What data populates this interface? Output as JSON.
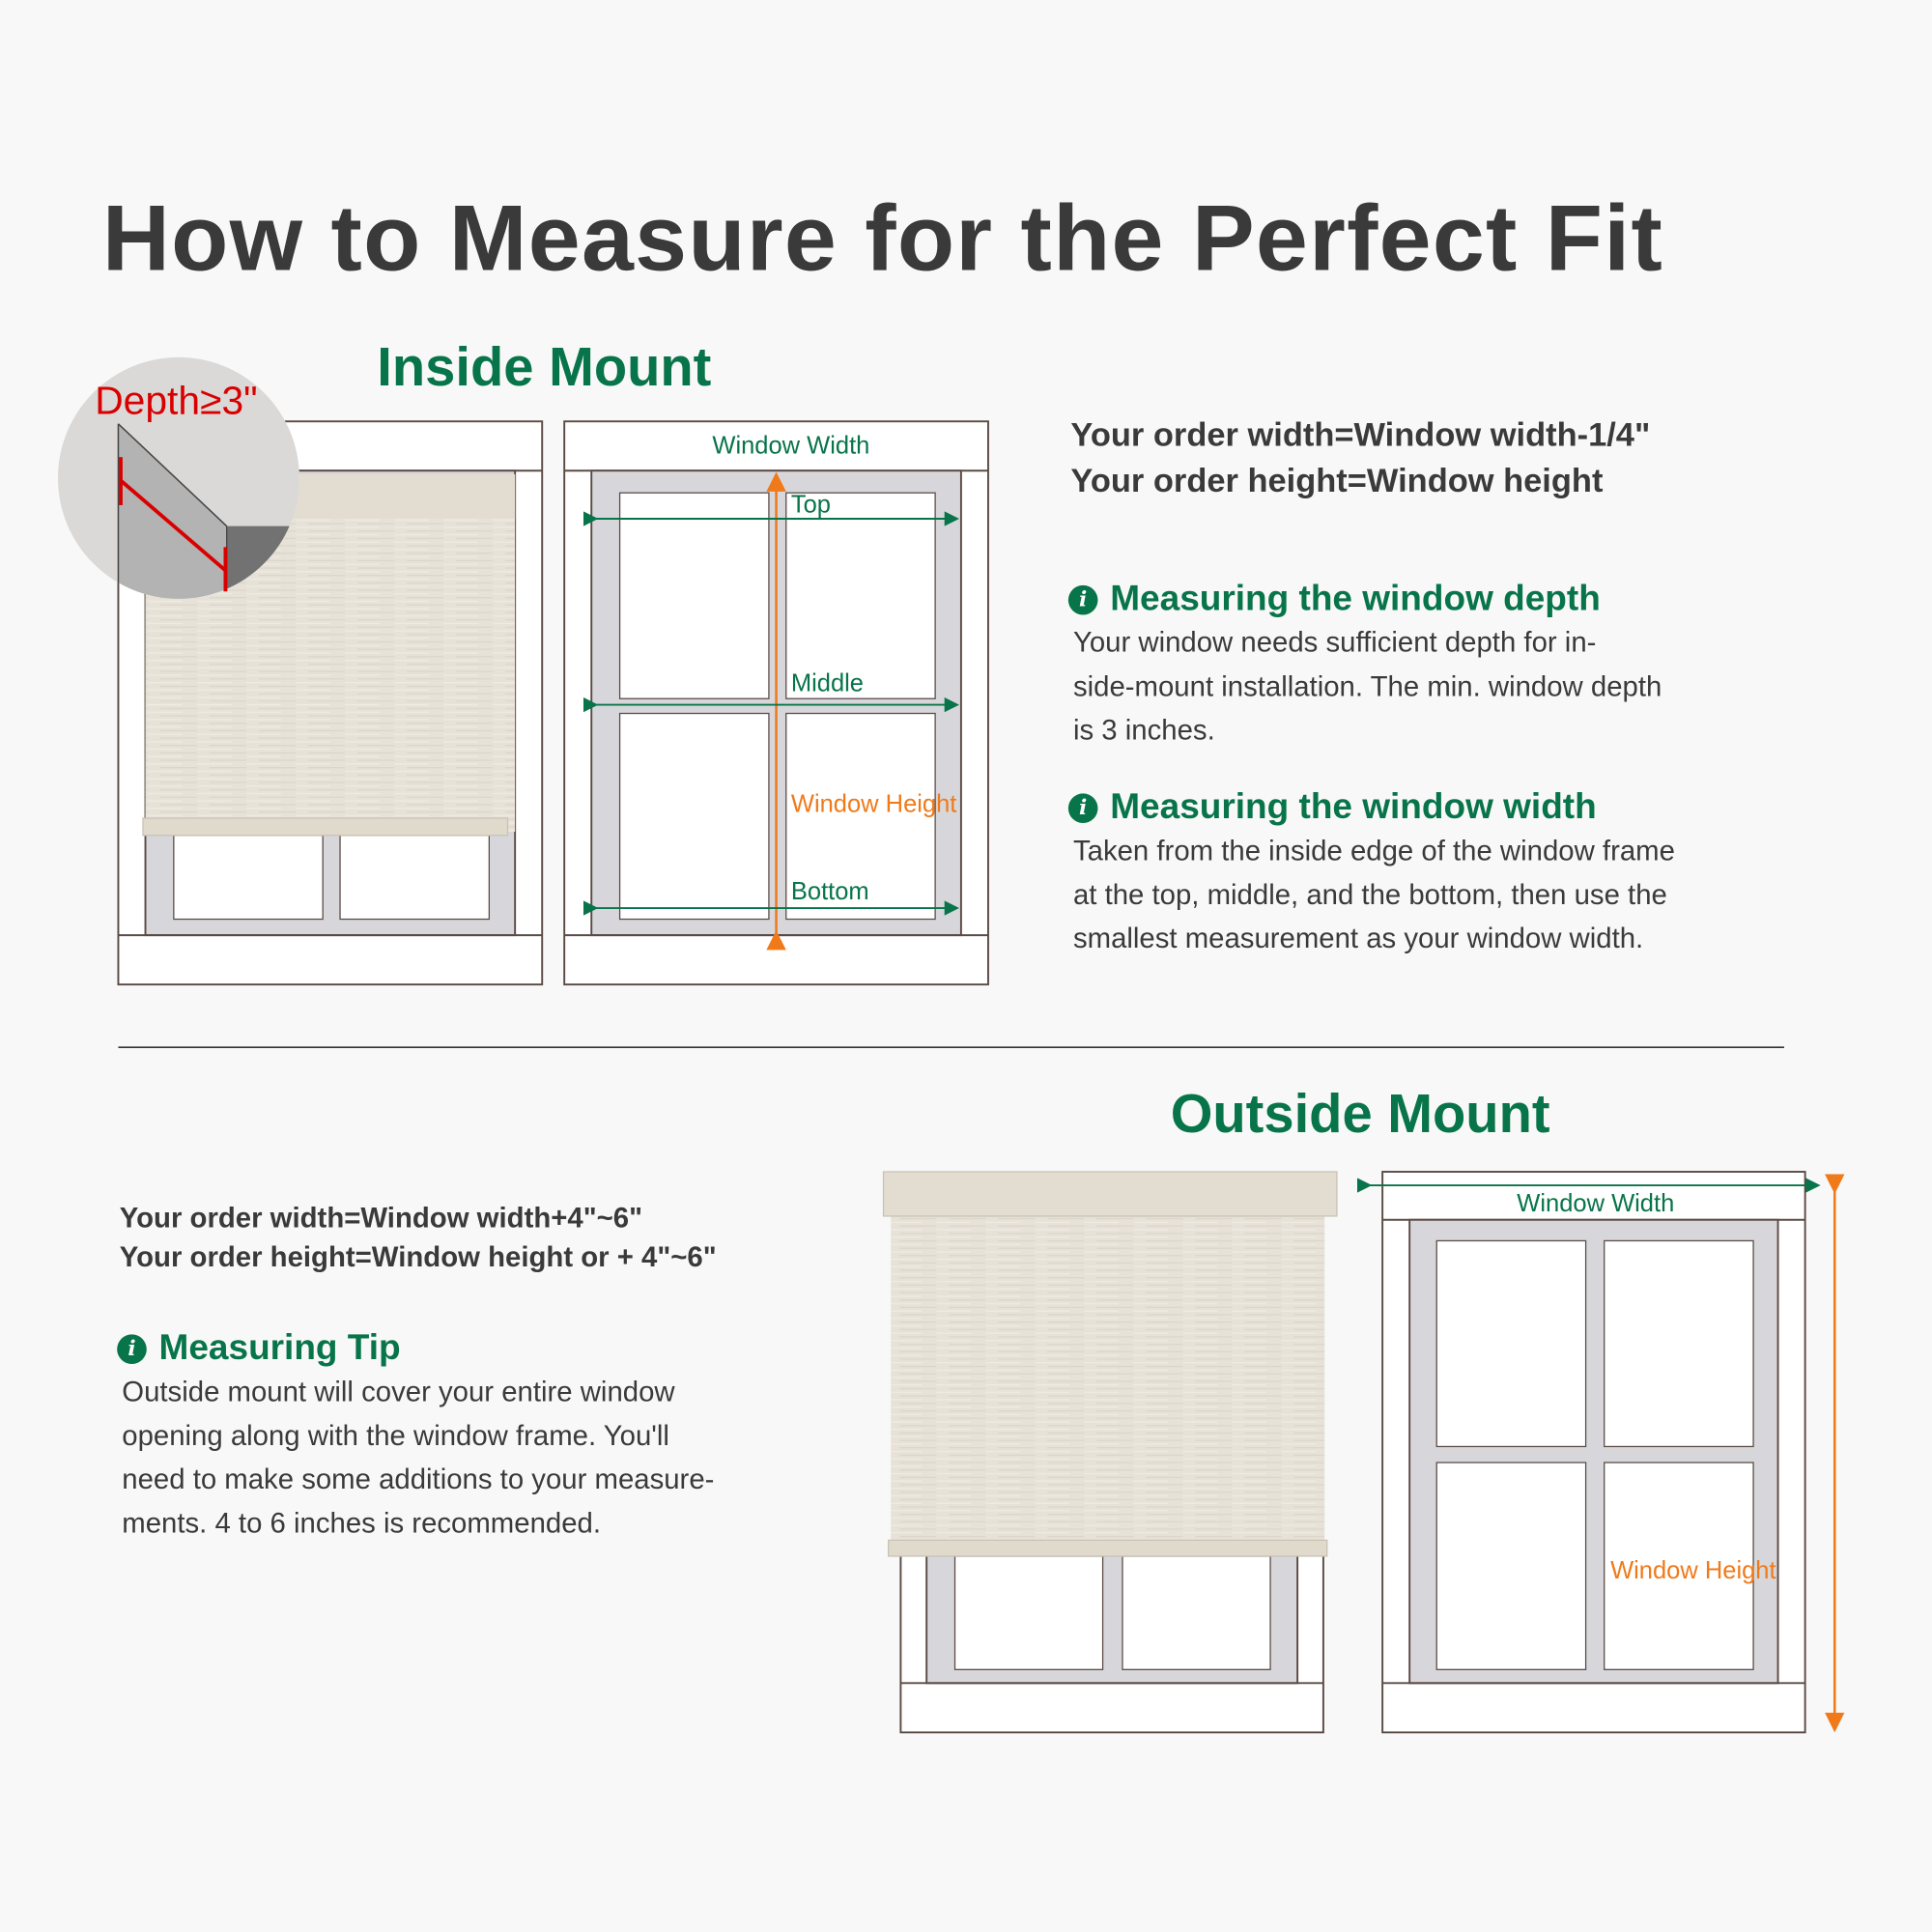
{
  "title": "How to Measure for the Perfect Fit",
  "inside": {
    "heading": "Inside Mount",
    "depth_label": "Depth≥3\"",
    "order_width": "Your order width=Window width-1/4\"",
    "order_height": "Your order height=Window height",
    "diagram": {
      "width": "Window Width",
      "top": "Top",
      "middle": "Middle",
      "height": "Window Height",
      "bottom": "Bottom"
    },
    "depth": {
      "heading": "Measuring the window depth",
      "lines": [
        "Your window needs sufficient depth for in-",
        "side-mount installation. The min. window depth",
        "is 3 inches."
      ]
    },
    "width": {
      "heading": "Measuring the window width",
      "lines": [
        "Taken from the inside edge of the window frame",
        "at the top, middle, and the bottom, then use the",
        "smallest measurement as your window width."
      ]
    }
  },
  "outside": {
    "heading": "Outside Mount",
    "order_width": "Your order width=Window width+4\"~6\"",
    "order_height": "Your order height=Window height or + 4\"~6\"",
    "diagram": {
      "width": "Window Width",
      "height": "Window Height"
    },
    "tip": {
      "heading": "Measuring Tip",
      "lines": [
        "Outside mount will cover your entire window",
        "opening along with the window frame. You'll",
        "need to make some additions to your measure-",
        "ments. 4 to 6 inches is recommended."
      ]
    }
  },
  "colors": {
    "green": "#08744a",
    "orange": "#f07a1a",
    "red": "#d90000",
    "text": "#3a3a3a"
  }
}
